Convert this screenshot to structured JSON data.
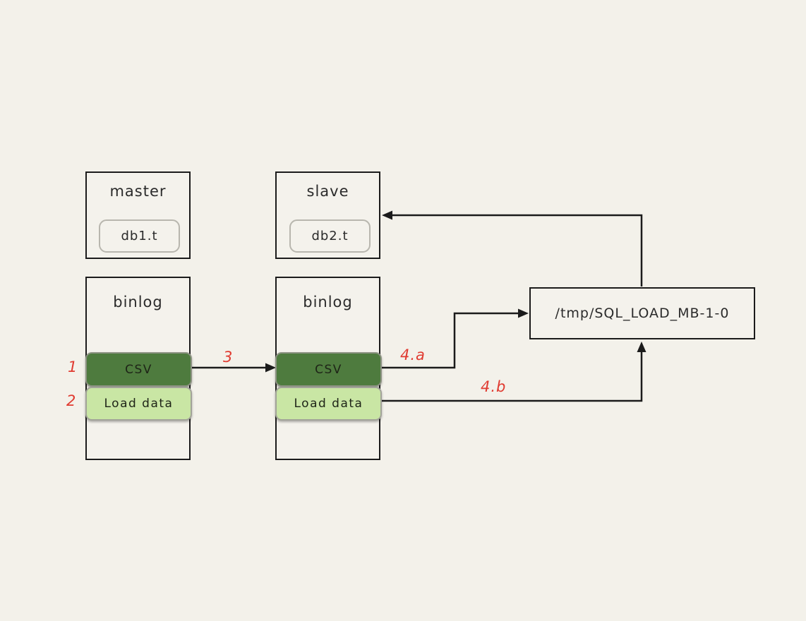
{
  "diagram": {
    "title": "mysql-load-data-replication-flow",
    "nodes": {
      "master": {
        "label": "master",
        "table": "db1.t"
      },
      "slave": {
        "label": "slave",
        "table": "db2.t"
      },
      "binlog_master": {
        "label": "binlog",
        "events": [
          {
            "label": "CSV"
          },
          {
            "label": "Load data"
          }
        ]
      },
      "binlog_slave": {
        "label": "binlog",
        "events": [
          {
            "label": "CSV"
          },
          {
            "label": "Load data"
          }
        ]
      },
      "tmp_file": {
        "label": "/tmp/SQL_LOAD_MB-1-0"
      }
    },
    "step_labels": {
      "step1": "1",
      "step2": "2",
      "step3": "3",
      "step4a": "4.a",
      "step4b": "4.b"
    },
    "colors": {
      "background": "#f3f1ea",
      "outline": "#1b1b1b",
      "csv_green": "#4e7b3e",
      "load_data_green": "#c9e6a4",
      "step_red": "#e03b31"
    }
  }
}
